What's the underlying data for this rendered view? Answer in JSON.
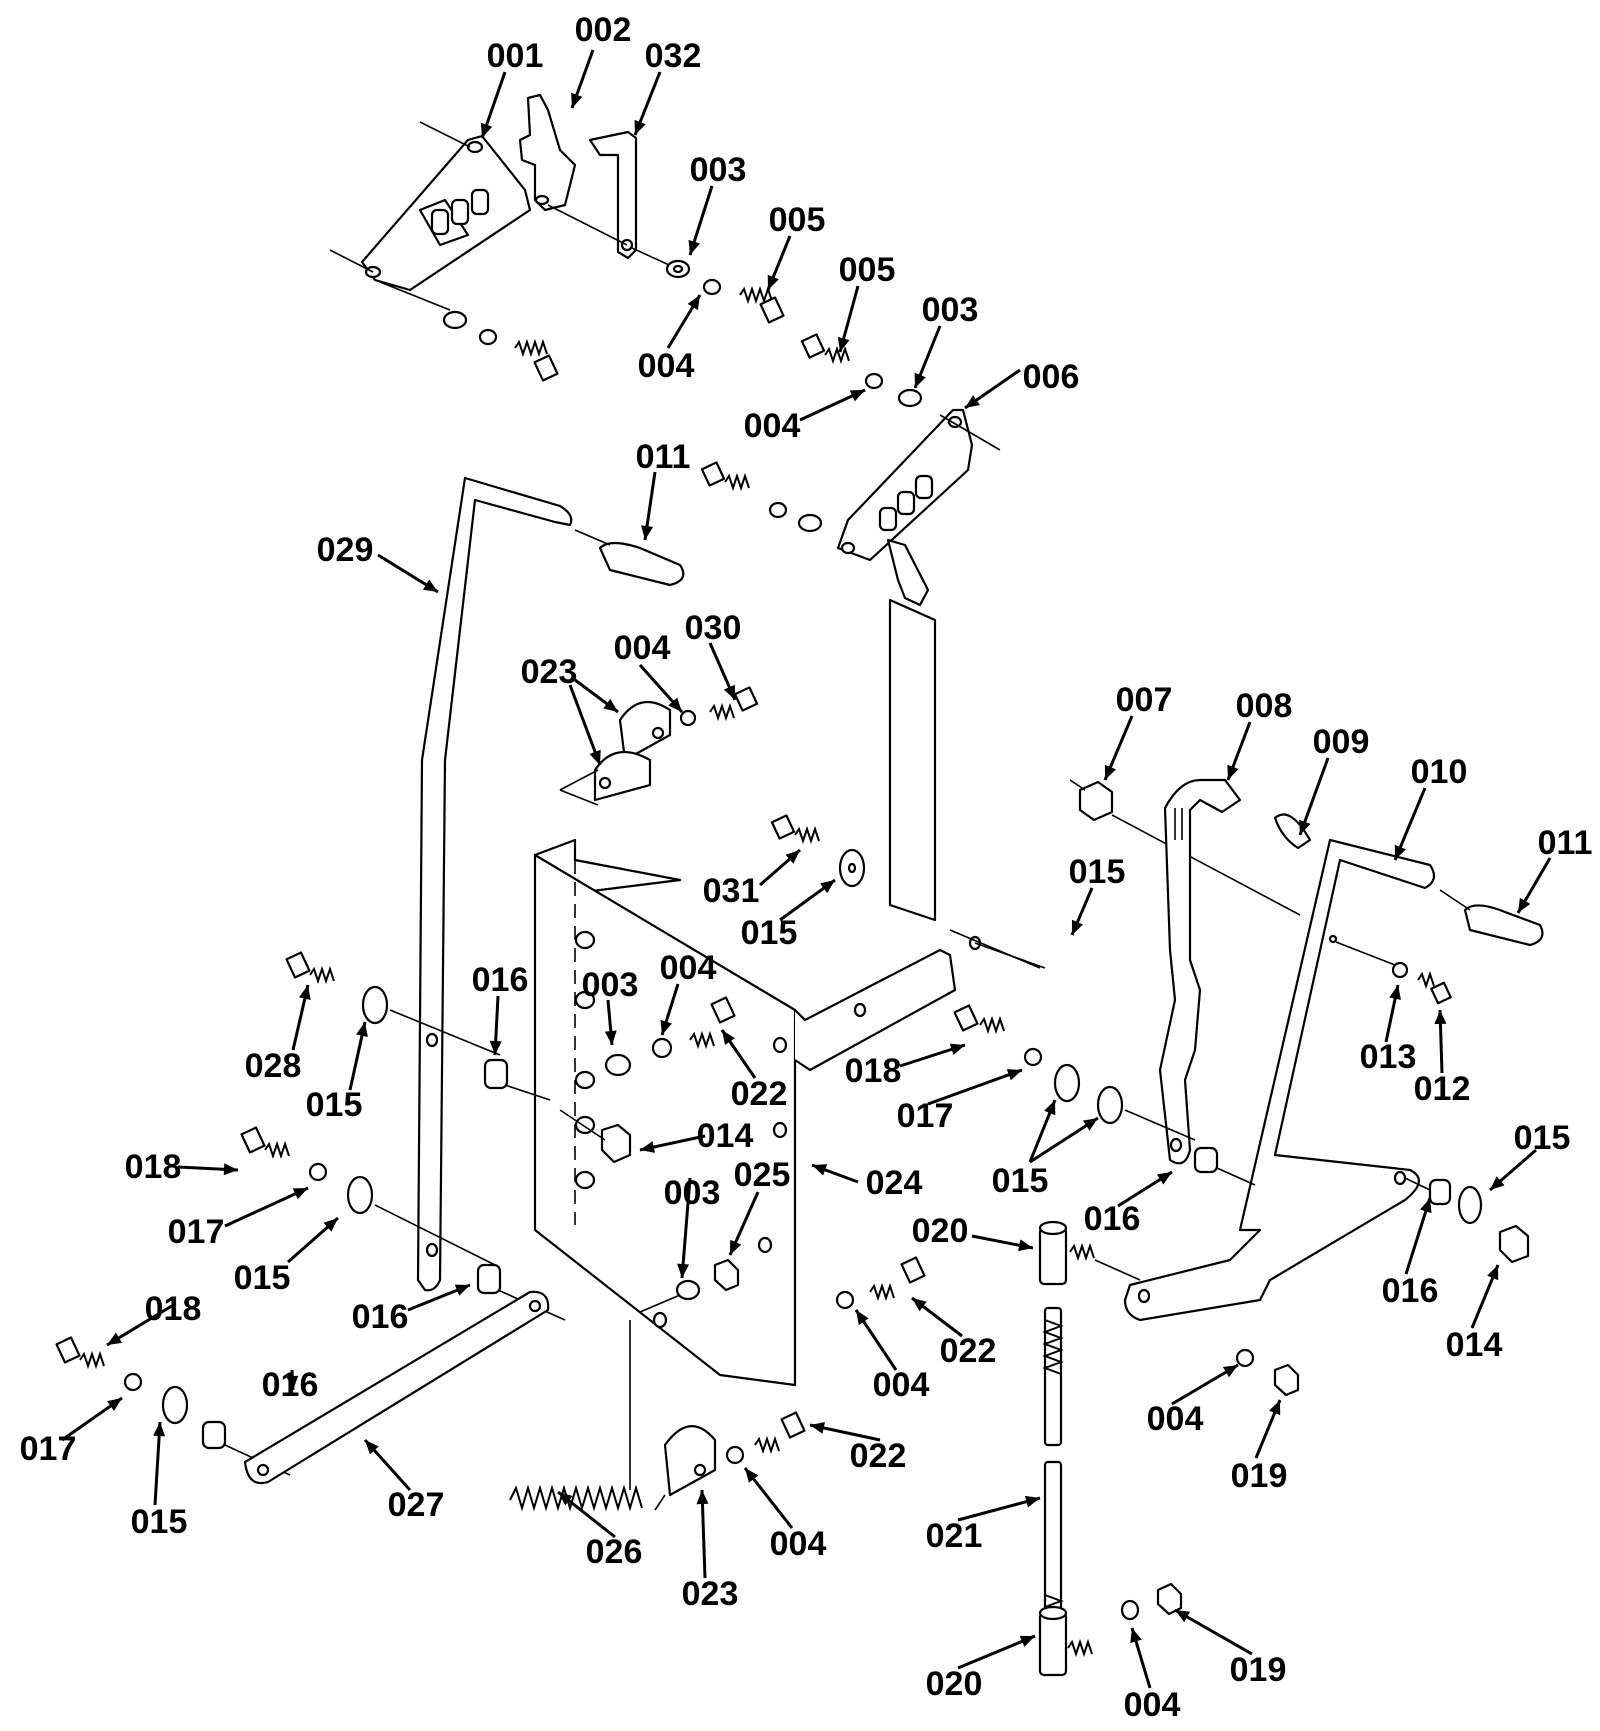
{
  "labels": [
    {
      "id": "l001",
      "text": "001"
    },
    {
      "id": "l002",
      "text": "002"
    },
    {
      "id": "l032",
      "text": "032"
    },
    {
      "id": "l003a",
      "text": "003"
    },
    {
      "id": "l005a",
      "text": "005"
    },
    {
      "id": "l004a",
      "text": "004"
    },
    {
      "id": "l005b",
      "text": "005"
    },
    {
      "id": "l003b",
      "text": "003"
    },
    {
      "id": "l006",
      "text": "006"
    },
    {
      "id": "l004b",
      "text": "004"
    },
    {
      "id": "l011a",
      "text": "011"
    },
    {
      "id": "l029",
      "text": "029"
    },
    {
      "id": "l030",
      "text": "030"
    },
    {
      "id": "l004c",
      "text": "004"
    },
    {
      "id": "l023a",
      "text": "023"
    },
    {
      "id": "l007",
      "text": "007"
    },
    {
      "id": "l008",
      "text": "008"
    },
    {
      "id": "l009",
      "text": "009"
    },
    {
      "id": "l010",
      "text": "010"
    },
    {
      "id": "l011b",
      "text": "011"
    },
    {
      "id": "l015a",
      "text": "015"
    },
    {
      "id": "l031",
      "text": "031"
    },
    {
      "id": "l015b",
      "text": "015"
    },
    {
      "id": "l016a",
      "text": "016"
    },
    {
      "id": "l003c",
      "text": "003"
    },
    {
      "id": "l004d",
      "text": "004"
    },
    {
      "id": "l028",
      "text": "028"
    },
    {
      "id": "l015c",
      "text": "015"
    },
    {
      "id": "l022a",
      "text": "022"
    },
    {
      "id": "l018a",
      "text": "018"
    },
    {
      "id": "l017a",
      "text": "017"
    },
    {
      "id": "l013",
      "text": "013"
    },
    {
      "id": "l012",
      "text": "012"
    },
    {
      "id": "l014a",
      "text": "014"
    },
    {
      "id": "l018b",
      "text": "018"
    },
    {
      "id": "l024",
      "text": "024"
    },
    {
      "id": "l015d",
      "text": "015"
    },
    {
      "id": "l015e",
      "text": "015"
    },
    {
      "id": "l017b",
      "text": "017"
    },
    {
      "id": "l003d",
      "text": "003"
    },
    {
      "id": "l025",
      "text": "025"
    },
    {
      "id": "l016b",
      "text": "016"
    },
    {
      "id": "l015f",
      "text": "015"
    },
    {
      "id": "l020a",
      "text": "020"
    },
    {
      "id": "l016c",
      "text": "016"
    },
    {
      "id": "l018c",
      "text": "018"
    },
    {
      "id": "l016d",
      "text": "016"
    },
    {
      "id": "l022b",
      "text": "022"
    },
    {
      "id": "l014b",
      "text": "014"
    },
    {
      "id": "l004e",
      "text": "004"
    },
    {
      "id": "l016e",
      "text": "016"
    },
    {
      "id": "l017c",
      "text": "017"
    },
    {
      "id": "l004f",
      "text": "004"
    },
    {
      "id": "l022c",
      "text": "022"
    },
    {
      "id": "l019a",
      "text": "019"
    },
    {
      "id": "l015g",
      "text": "015"
    },
    {
      "id": "l027",
      "text": "027"
    },
    {
      "id": "l004g",
      "text": "004"
    },
    {
      "id": "l021",
      "text": "021"
    },
    {
      "id": "l026",
      "text": "026"
    },
    {
      "id": "l023b",
      "text": "023"
    },
    {
      "id": "l019b",
      "text": "019"
    },
    {
      "id": "l020b",
      "text": "020"
    },
    {
      "id": "l004h",
      "text": "004"
    }
  ]
}
